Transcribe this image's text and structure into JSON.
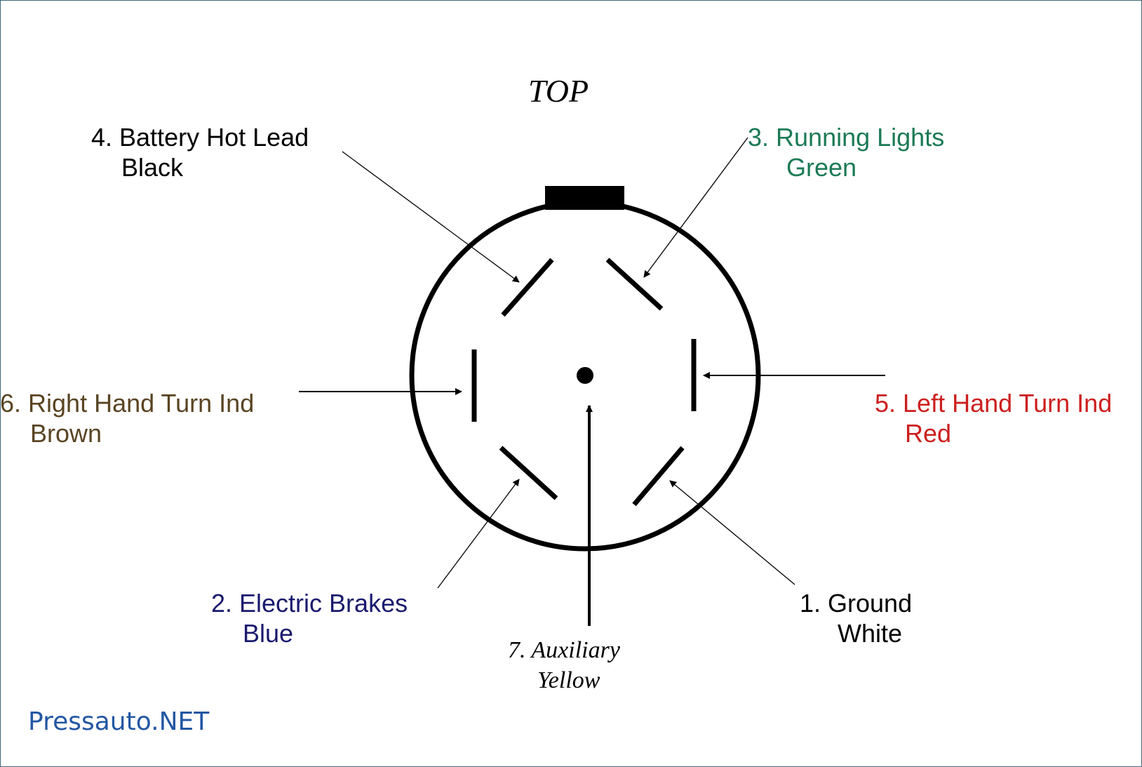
{
  "title": "TOP",
  "colors": {
    "outline": "#000000",
    "pin1": "#000000",
    "pin2": "#1a1a6e",
    "pin3": "#1b7a55",
    "pin4": "#000000",
    "pin5": "#cc1f1f",
    "pin6": "#5a4423",
    "pin7": "#000000",
    "brand": "#2357a3"
  },
  "pins": {
    "pin4": {
      "name": "4. Battery Hot Lead",
      "color_label": "Black"
    },
    "pin3": {
      "name": "3.  Running Lights",
      "color_label": "Green"
    },
    "pin6": {
      "name": "6. Right Hand Turn Ind",
      "color_label": "Brown"
    },
    "pin5": {
      "name": "5. Left Hand Turn Ind",
      "color_label": "Red"
    },
    "pin2": {
      "name": "2. Electric Brakes",
      "color_label": "Blue"
    },
    "pin1": {
      "name": "1. Ground",
      "color_label": "White"
    },
    "pin7": {
      "name": "7. Auxiliary",
      "color_label": "Yellow"
    }
  },
  "brand": "Pressauto.NET"
}
